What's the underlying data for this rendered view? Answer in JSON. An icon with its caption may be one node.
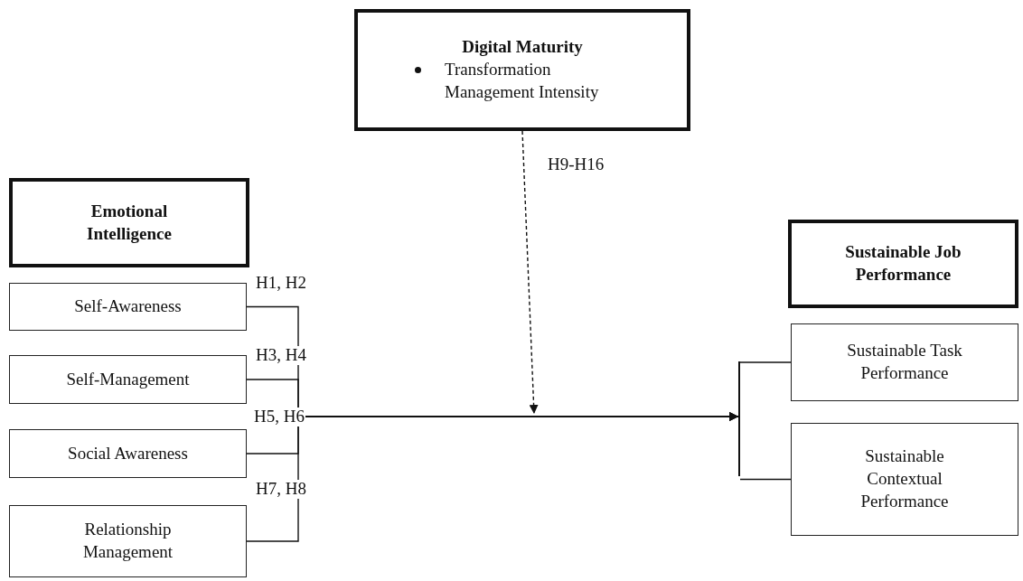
{
  "diagram": {
    "nodes": [
      {
        "text": [
          "Digital Maturity",
          "Transformation Management Intensity"
        ]
      },
      {
        "text": [
          "Emotional Intelligence"
        ]
      },
      {
        "text": [
          "Self-Awareness"
        ]
      },
      {
        "text": [
          "Self-Management"
        ]
      },
      {
        "text": [
          "Social Awareness"
        ]
      },
      {
        "text": [
          "Relationship Management"
        ]
      },
      {
        "text": [],
        "shape": "bar"
      },
      {
        "text": [
          "Sustainable Job Performance"
        ]
      },
      {
        "text": [
          "Sustainable Task Performance"
        ]
      },
      {
        "text": [
          "Sustainable Contextual Performance"
        ]
      }
    ],
    "edges": [
      {
        "from": 2,
        "to": 6,
        "arrow": "to",
        "label": "H1, H2"
      },
      {
        "from": 3,
        "to": 6,
        "arrow": "to",
        "label": "H3, H4"
      },
      {
        "from": 4,
        "to": 6,
        "arrow": "to",
        "label": "H5, H6"
      },
      {
        "from": 5,
        "to": 6,
        "arrow": "to",
        "label": "H7, H8"
      },
      {
        "from": 6,
        "to": 8,
        "arrow": "none"
      },
      {
        "from": 6,
        "to": 9,
        "arrow": "none"
      },
      {
        "from": 0,
        "to": null,
        "arrow": "to",
        "style": "dashed",
        "label": "H9-H16"
      }
    ]
  }
}
